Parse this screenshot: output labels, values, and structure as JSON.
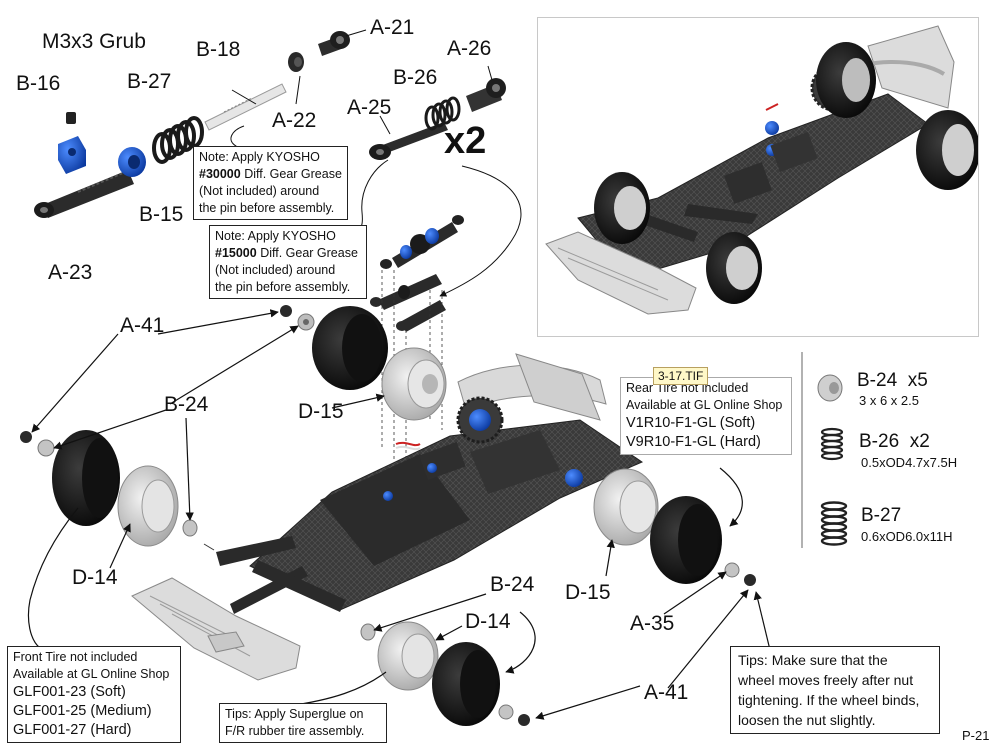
{
  "labels": {
    "grub": "M3x3 Grub",
    "b16": "B-16",
    "b18": "B-18",
    "b27_top": "B-27",
    "a21": "A-21",
    "a22": "A-22",
    "a26": "A-26",
    "b26_top": "B-26",
    "a25": "A-25",
    "x2_big": "x2",
    "b15": "B-15",
    "a23": "A-23",
    "a41_top": "A-41",
    "b24_left": "B-24",
    "d15_top": "D-15",
    "d14_left": "D-14",
    "b24_bottom": "B-24",
    "d14_bottom": "D-14",
    "d15_right": "D-15",
    "a35": "A-35",
    "a41_bottom": "A-41",
    "page": "P-21"
  },
  "notes": {
    "note1": {
      "prefix": "Note: Apply KYOSHO",
      "grease": "#30000",
      "grease_suffix": " Diff. Gear Grease",
      "line3": "(Not included) around",
      "line4": "the pin before assembly."
    },
    "note2": {
      "prefix": "Note: Apply KYOSHO",
      "grease": "#15000",
      "grease_suffix": " Diff. Gear Grease",
      "line3": "(Not included)  around",
      "line4": "the pin before assembly."
    },
    "rear_tire": {
      "line1": "Rear Tire not included",
      "line2": "Available at GL Online Shop",
      "opt1": "V1R10-F1-GL (Soft)",
      "opt2": "V9R10-F1-GL (Hard)"
    },
    "front_tire": {
      "line1": "Front Tire not included",
      "line2": "Available at GL Online Shop",
      "opt1": "GLF001-23 (Soft)",
      "opt2": "GLF001-25 (Medium)",
      "opt3": "GLF001-27 (Hard)"
    },
    "superglue": {
      "line1": "Tips: Apply Superglue on",
      "line2": "F/R  rubber tire assembly."
    },
    "nut_tip": {
      "line1": "Tips: Make sure that the",
      "line2": "wheel moves freely after nut",
      "line3": "tightening. If the wheel binds,",
      "line4": "loosen the nut slightly."
    }
  },
  "file_tag": "3-17.TIF",
  "legend": [
    {
      "name": "B-24",
      "qty": "x5",
      "spec": "3 x 6 x 2.5",
      "icon": "bearing-icon"
    },
    {
      "name": "B-26",
      "qty": "x2",
      "spec": "0.5xOD4.7x7.5H",
      "icon": "spring-small-icon"
    },
    {
      "name": "B-27",
      "qty": "",
      "spec": "0.6xOD6.0x11H",
      "icon": "spring-large-icon"
    }
  ],
  "colors": {
    "blue_part": "#1f5fd6",
    "black_part": "#2a2a2a",
    "grey_wheel": "#d4d4d4",
    "chassis": "#3a3a3a"
  }
}
